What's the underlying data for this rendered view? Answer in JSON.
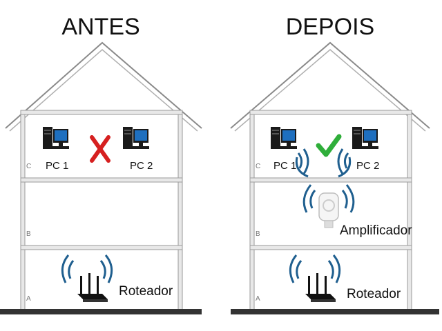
{
  "before": {
    "title": "ANTES",
    "floors": [
      "C",
      "B",
      "A"
    ],
    "pc1": "PC 1",
    "pc2": "PC 2",
    "status_icon": "cross-icon",
    "router": "Roteador"
  },
  "after": {
    "title": "DEPOIS",
    "floors": [
      "C",
      "B",
      "A"
    ],
    "pc1": "PC 1",
    "pc2": "PC 2",
    "status_icon": "check-icon",
    "amplifier": "Amplificador",
    "router": "Roteador"
  },
  "colors": {
    "line": "#8a8a8a",
    "wall": "#9a9a9a",
    "ground": "#333333",
    "wave": "#1f5f8f",
    "cross": "#d62020",
    "check": "#2fae3a",
    "screen": "#1e6fbf"
  }
}
